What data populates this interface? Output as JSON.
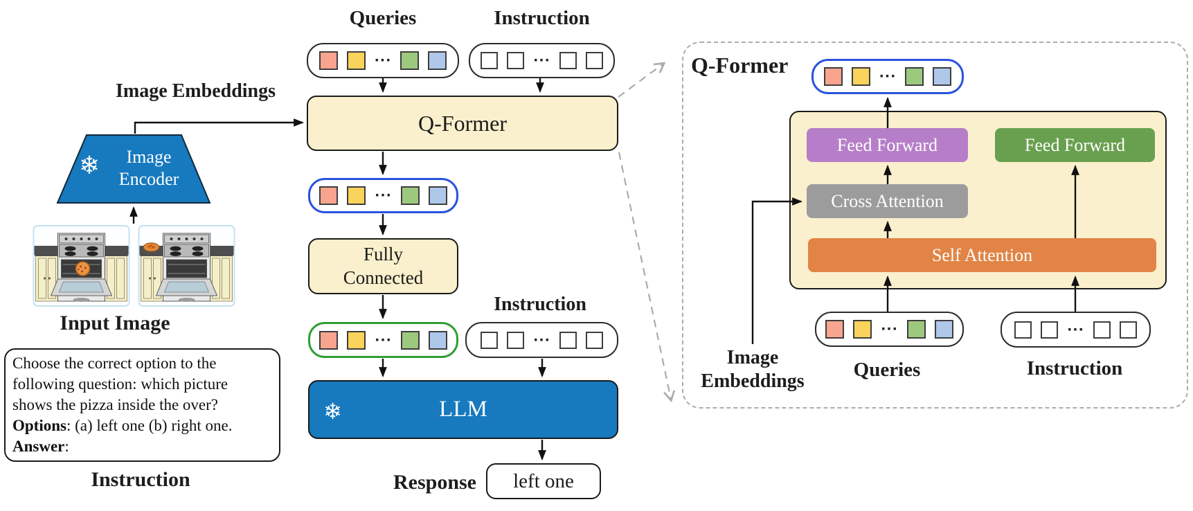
{
  "colors": {
    "cream_box": "#FBF0CD",
    "frozen_blue": "#1779BE",
    "purple_block": "#B67EC8",
    "green_block": "#69A04F",
    "gray_block": "#9C9C9C",
    "orange_block": "#E18445",
    "blue_row_border": "#2A52DD",
    "green_row_border": "#2F9E33",
    "dashed_gray": "#ACACAC"
  },
  "tokens": {
    "ellipsis": "···",
    "query_colors": [
      "#F8A48F",
      "#F9D35B",
      "#9DC97F",
      "#AFC7E9"
    ],
    "instruction_fill": "#ffffff"
  },
  "left": {
    "image_embeddings_label": "Image Embeddings",
    "snowflake": "❄",
    "image_encoder_lines": [
      "Image",
      "Encoder"
    ],
    "input_image_label": "Input Image",
    "input_images": [
      "oven-with-pizza-inside",
      "oven-with-pizza-on-counter"
    ],
    "instruction_box": {
      "body_lines": [
        "Choose the correct option to the",
        "following question: which picture",
        "shows the pizza inside the over?"
      ],
      "options_label": "Options",
      "options_text": ": (a) left one (b) right one.",
      "answer_label": "Answer",
      "answer_text": ":"
    },
    "instruction_label": "Instruction"
  },
  "pipeline": {
    "queries_label": "Queries",
    "instruction_label_top": "Instruction",
    "qformer_label": "Q-Former",
    "fully_connected_label": "Fully Connected",
    "instruction_label_mid": "Instruction",
    "llm_label": "LLM",
    "llm_snowflake": "❄",
    "response_label": "Response",
    "response_value": "left one"
  },
  "qformer_detail": {
    "title": "Q-Former",
    "feed_forward_left": "Feed Forward",
    "feed_forward_right": "Feed Forward",
    "cross_attention": "Cross Attention",
    "self_attention": "Self Attention",
    "image_embeddings_label": "Image Embeddings",
    "queries_label": "Queries",
    "instruction_label": "Instruction"
  }
}
